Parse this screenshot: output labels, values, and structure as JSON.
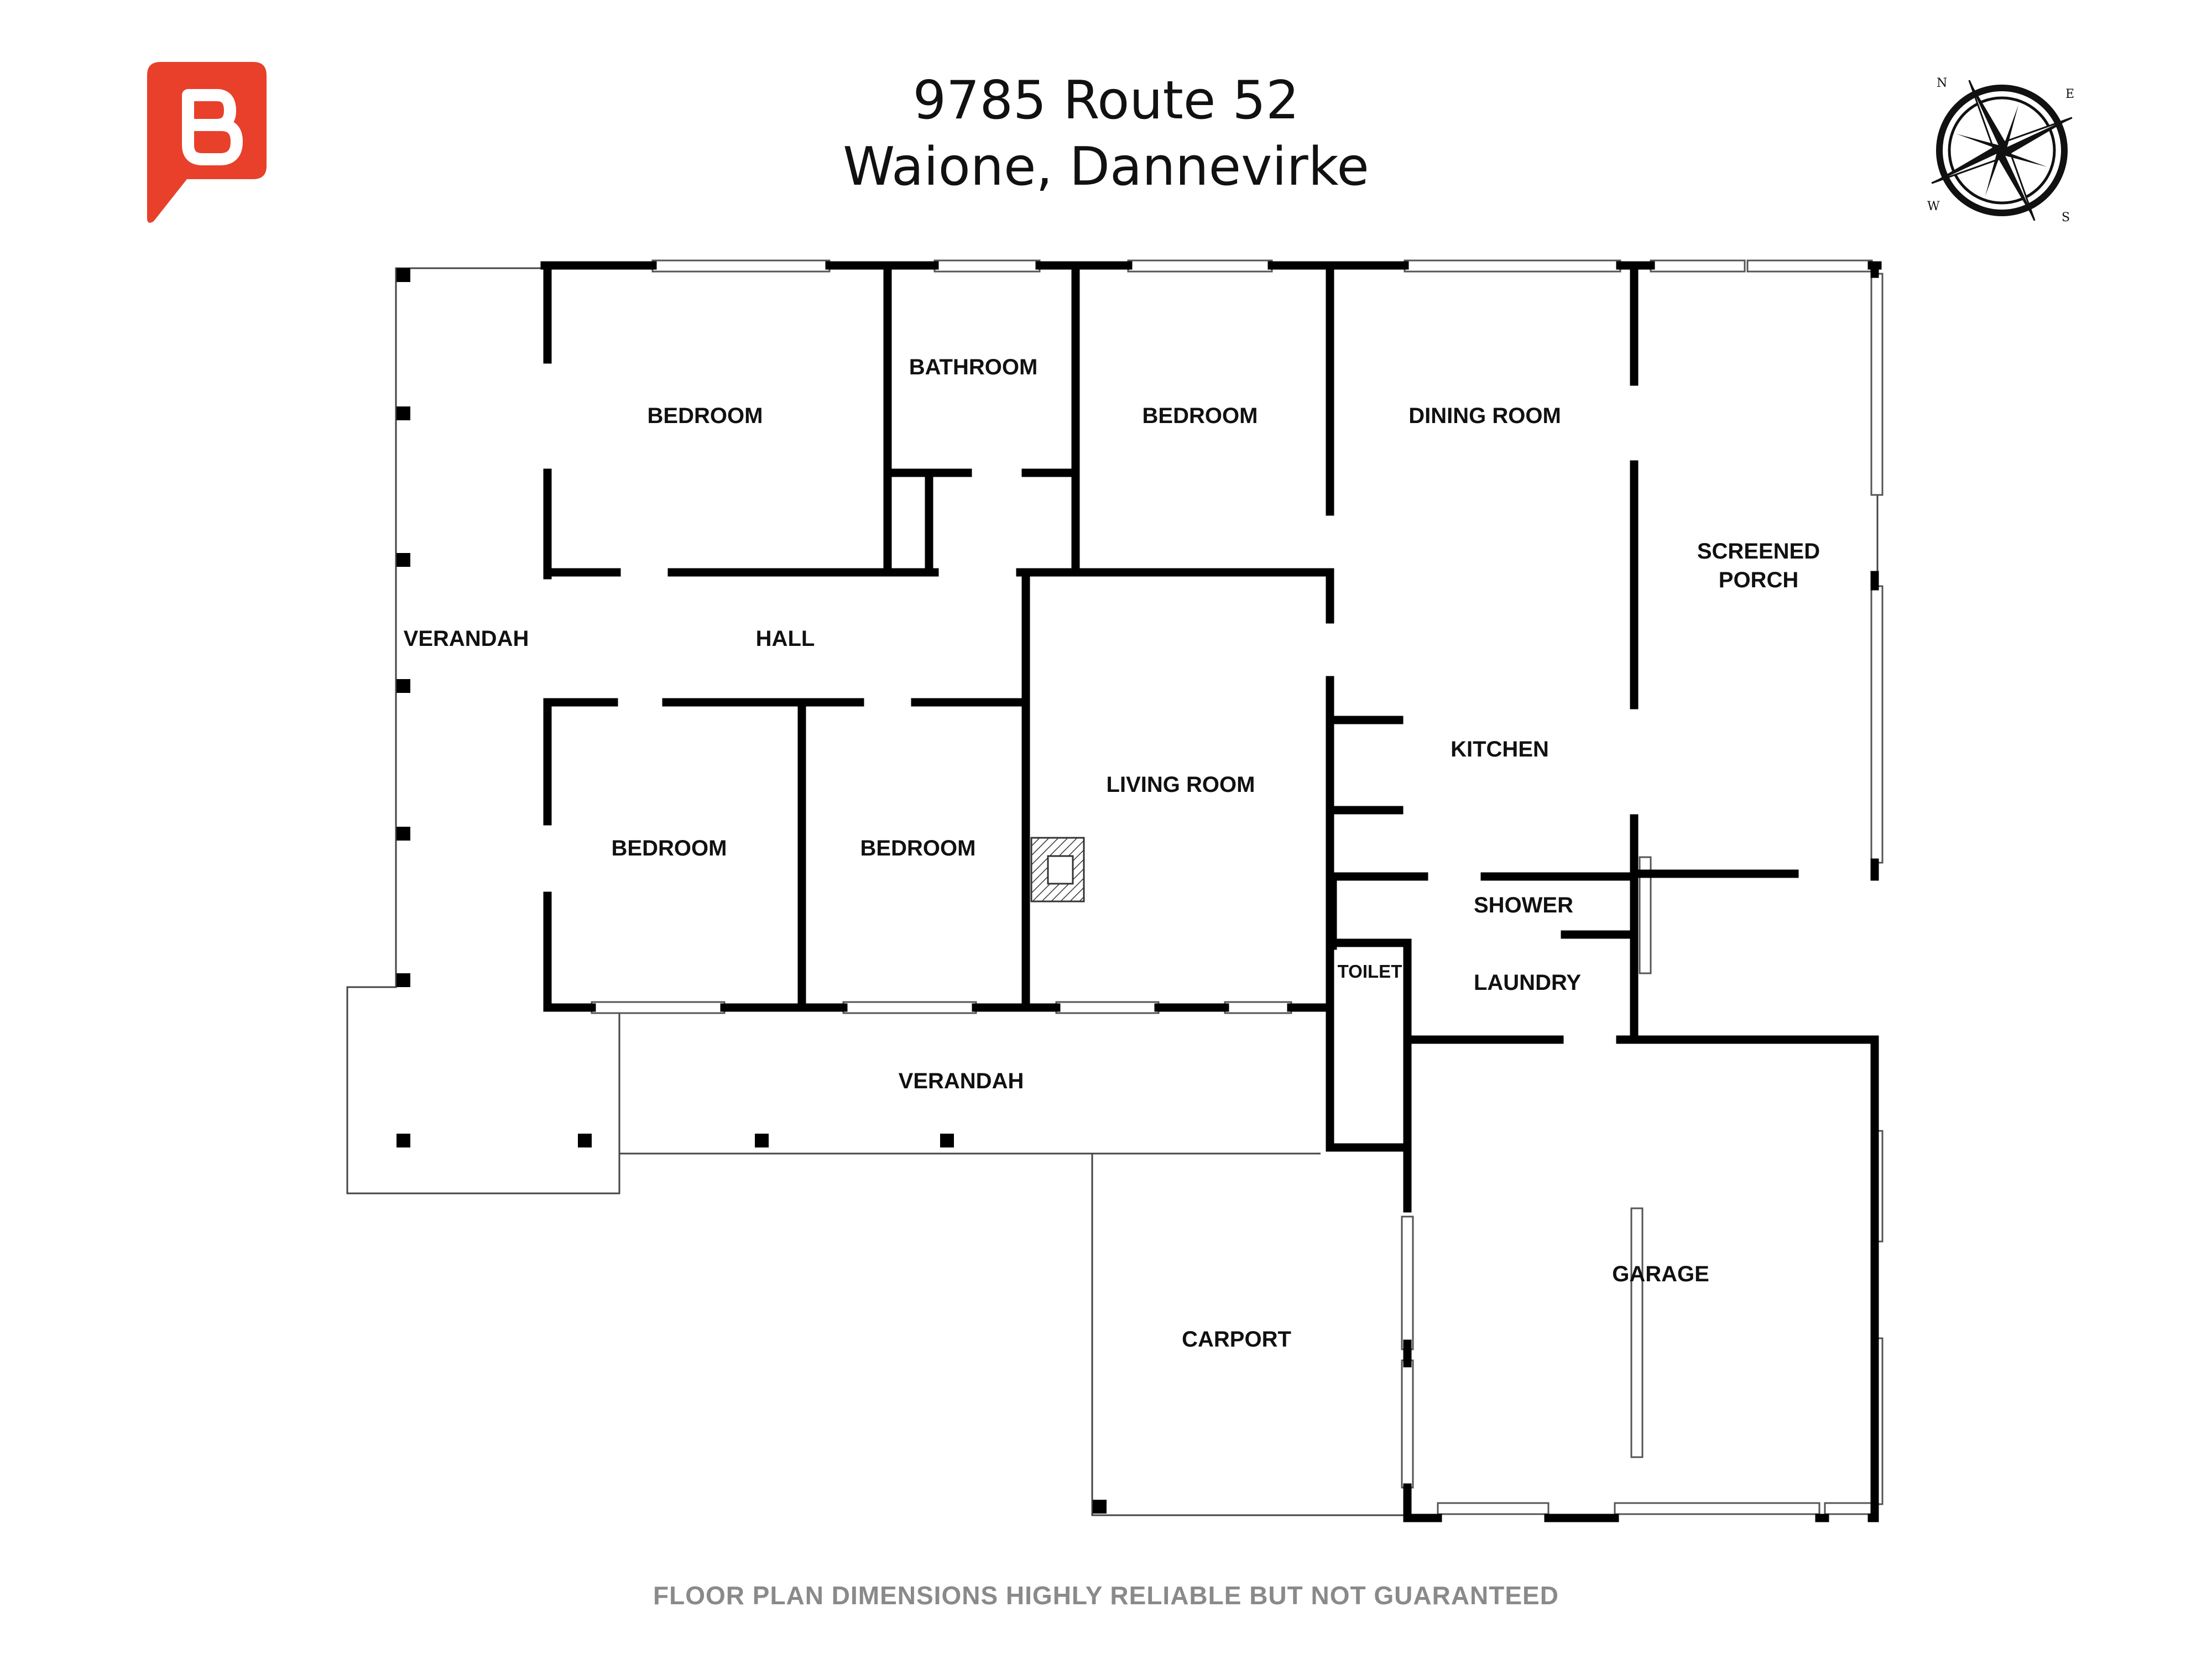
{
  "header": {
    "address_line1": "9785 Route 52",
    "address_line2": "Waione, Dannevirke"
  },
  "logo": {
    "icon": "brand-b-logo",
    "color": "#E8402A"
  },
  "compass": {
    "icon": "compass-rose-icon",
    "n": "N",
    "e": "E",
    "s": "S",
    "w": "W"
  },
  "rooms": {
    "bedroom_1": "BEDROOM",
    "bathroom": "BATHROOM",
    "bedroom_2": "BEDROOM",
    "dining_room": "DINING ROOM",
    "screened_porch_l1": "SCREENED",
    "screened_porch_l2": "PORCH",
    "verandah_west": "VERANDAH",
    "hall": "HALL",
    "bedroom_3": "BEDROOM",
    "bedroom_4": "BEDROOM",
    "living_room": "LIVING ROOM",
    "kitchen": "KITCHEN",
    "shower": "SHOWER",
    "toilet": "TOILET",
    "laundry": "LAUNDRY",
    "verandah_south": "VERANDAH",
    "garage": "GARAGE",
    "carport": "CARPORT"
  },
  "footer": {
    "disclaimer": "FLOOR PLAN DIMENSIONS HIGHLY RELIABLE BUT NOT GUARANTEED"
  },
  "colors": {
    "wall": "#000000",
    "accent": "#E8402A",
    "footer_text": "#8A8A8A"
  }
}
